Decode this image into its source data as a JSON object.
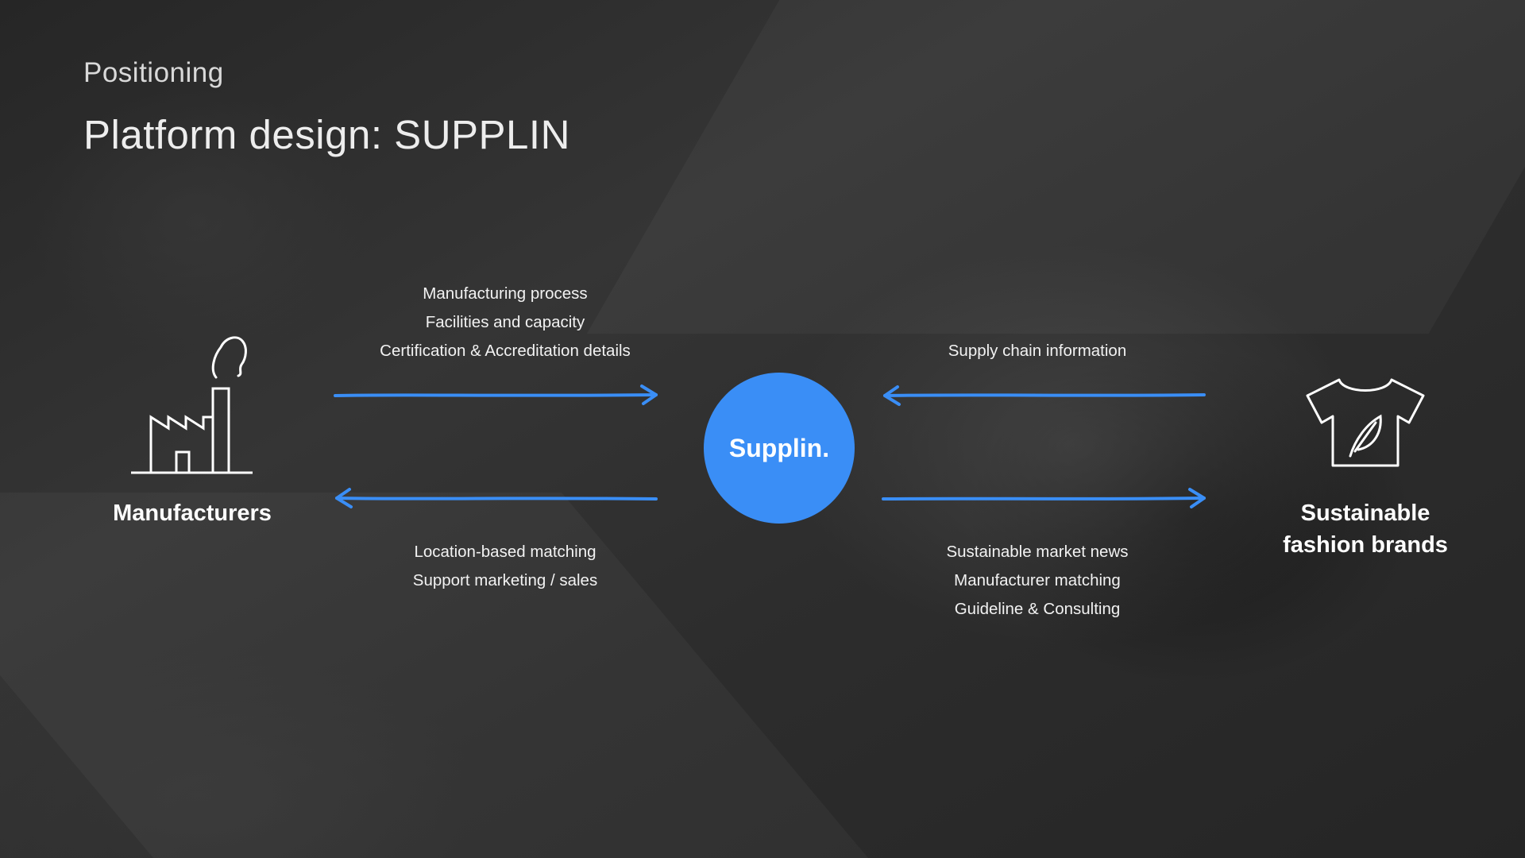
{
  "header": {
    "subtitle": "Positioning",
    "title": "Platform design: SUPPLIN"
  },
  "hub": {
    "label": "Supplin.",
    "color": "#3a8ef6"
  },
  "nodes": {
    "left": {
      "label": "Manufacturers",
      "icon": "factory-icon"
    },
    "right": {
      "label_line1": "Sustainable",
      "label_line2": "fashion brands",
      "icon": "tshirt-leaf-icon"
    }
  },
  "flows": {
    "manufacturers_to_hub": [
      "Manufacturing process",
      "Facilities and capacity",
      "Certification & Accreditation details"
    ],
    "hub_to_manufacturers": [
      "Location-based matching",
      "Support marketing / sales"
    ],
    "brands_to_hub": [
      "Supply chain information"
    ],
    "hub_to_brands": [
      "Sustainable market news",
      "Manufacturer matching",
      "Guideline & Consulting"
    ]
  },
  "arrow_color": "#3a8ef6"
}
